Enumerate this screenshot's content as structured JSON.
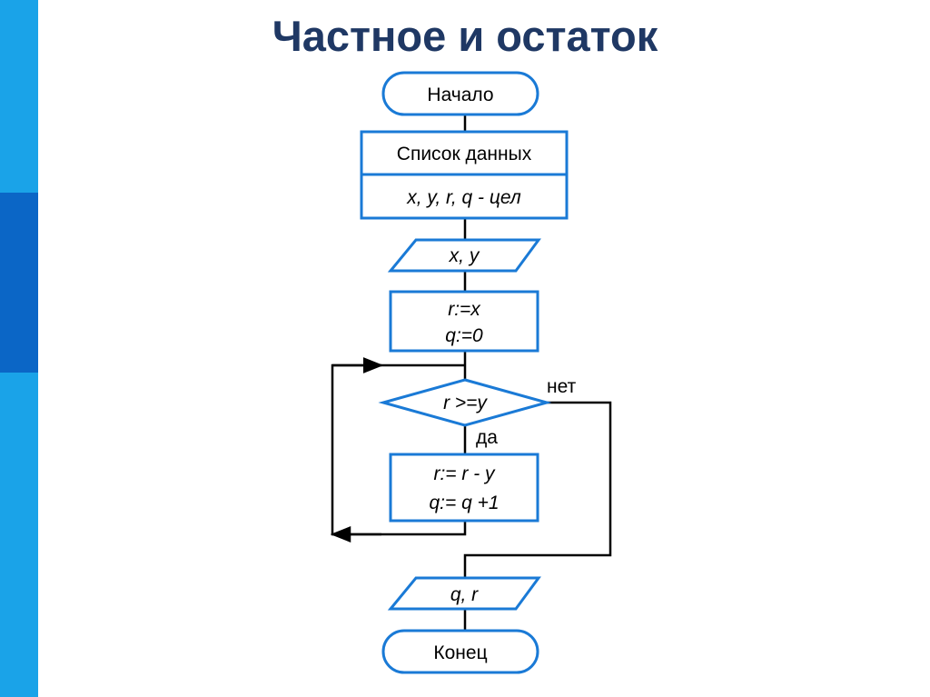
{
  "title": "Частное и остаток",
  "colors": {
    "accent": "#1a7ad6",
    "band_light": "#1aa3e8",
    "band_dark": "#0b66c6",
    "title": "#1f3864",
    "line": "#000000"
  },
  "flowchart": {
    "start": "Начало",
    "data_header": "Список данных",
    "data_types": "x, y, r, q - цел",
    "input": "x, y",
    "init_line1": "r:=x",
    "init_line2": "q:=0",
    "condition": "r >=y",
    "yes_label": "да",
    "no_label": "нет",
    "body_line1": "r:= r - y",
    "body_line2": "q:= q +1",
    "output": "q, r",
    "end": "Конец"
  }
}
